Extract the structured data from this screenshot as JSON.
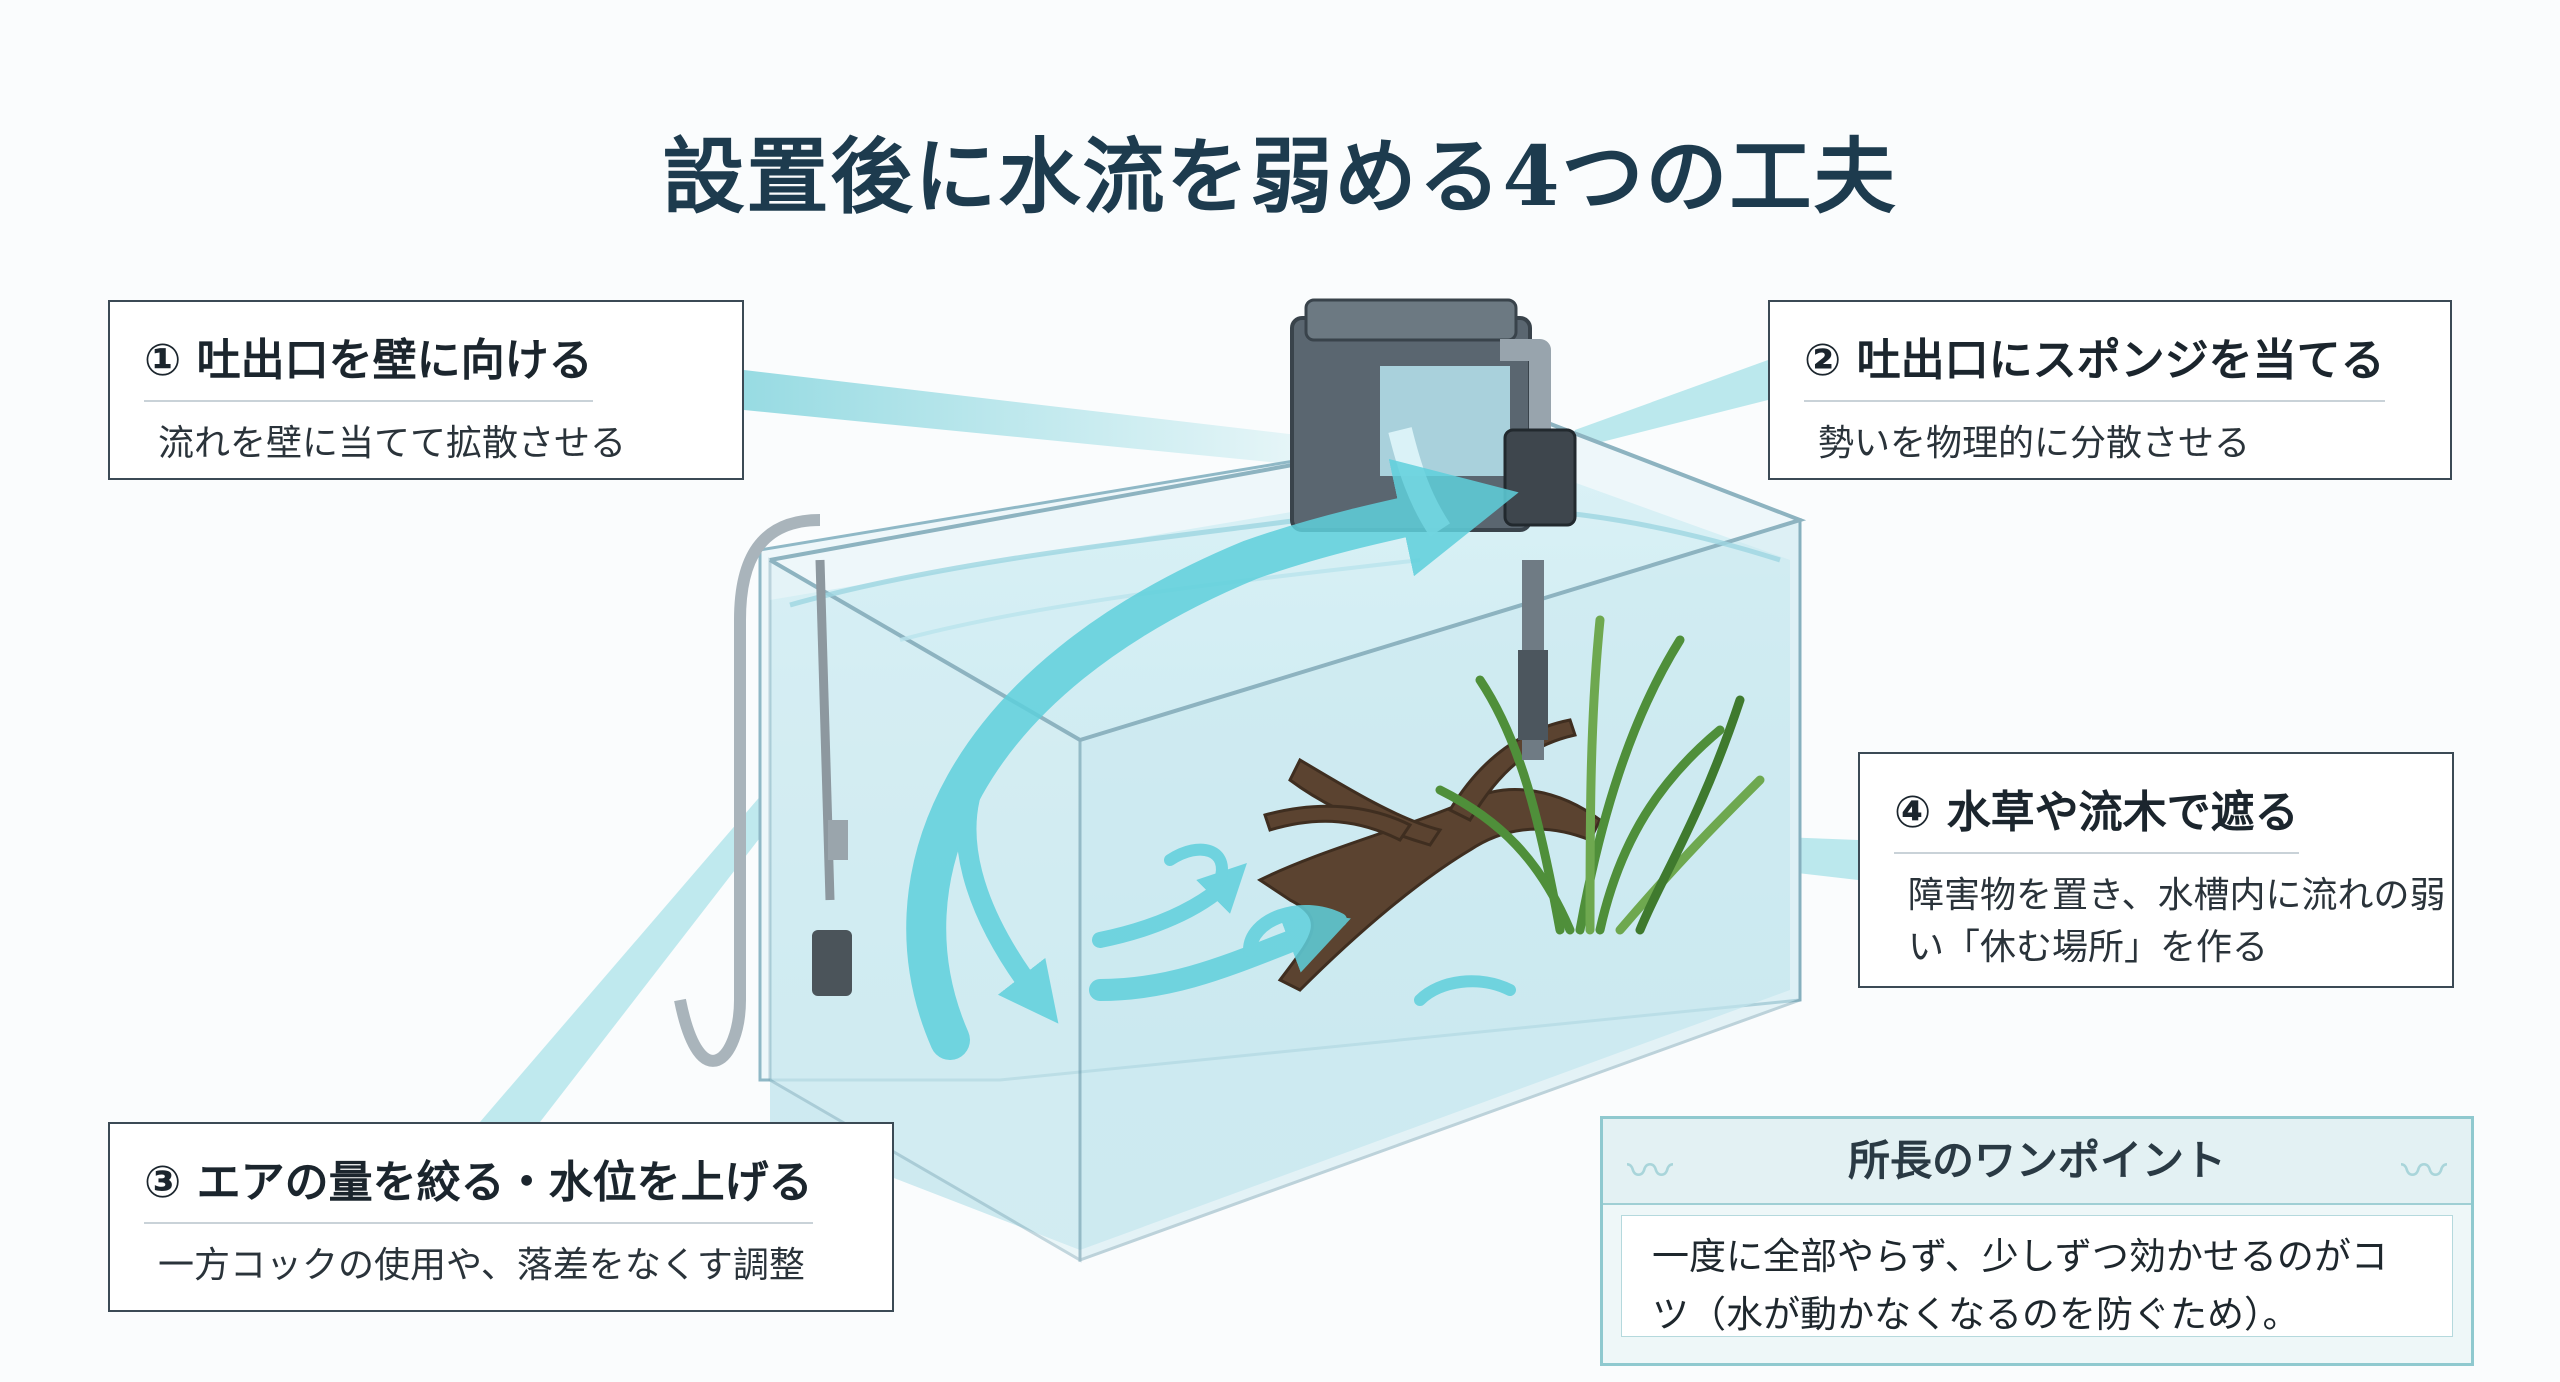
{
  "title": "設置後に水流を弱める4つの工夫",
  "tips": [
    {
      "heading": "① 吐出口を壁に向ける",
      "desc": "流れを壁に当てて拡散させる"
    },
    {
      "heading": "② 吐出口にスポンジを当てる",
      "desc": "勢いを物理的に分散させる"
    },
    {
      "heading": "③ エアの量を絞る・水位を上げる",
      "desc": "一方コックの使用や、落差をなくす調整"
    },
    {
      "heading": "④ 水草や流木で遮る",
      "desc": "障害物を置き、水槽内に流れの弱い「休む場所」を作る"
    }
  ],
  "advice": {
    "heading": "所長のワンポイント",
    "body": "一度に全部やらず、少しずつ効かせるのがコツ（水が動かなくなるのを防ぐため）。"
  },
  "colors": {
    "title": "#1d3b4e",
    "flow_arrow": "#5fd0dc",
    "water": "#bfe6ef",
    "driftwood": "#5b4330",
    "plant": "#4f8f3a",
    "filter": "#5a6670",
    "tip_border": "#8fc9cf"
  },
  "icons": [
    "hang-on-filter-icon",
    "sponge-icon",
    "air-pump-tube-icon",
    "driftwood-icon",
    "aquatic-plant-icon",
    "wave-ornament-icon"
  ]
}
